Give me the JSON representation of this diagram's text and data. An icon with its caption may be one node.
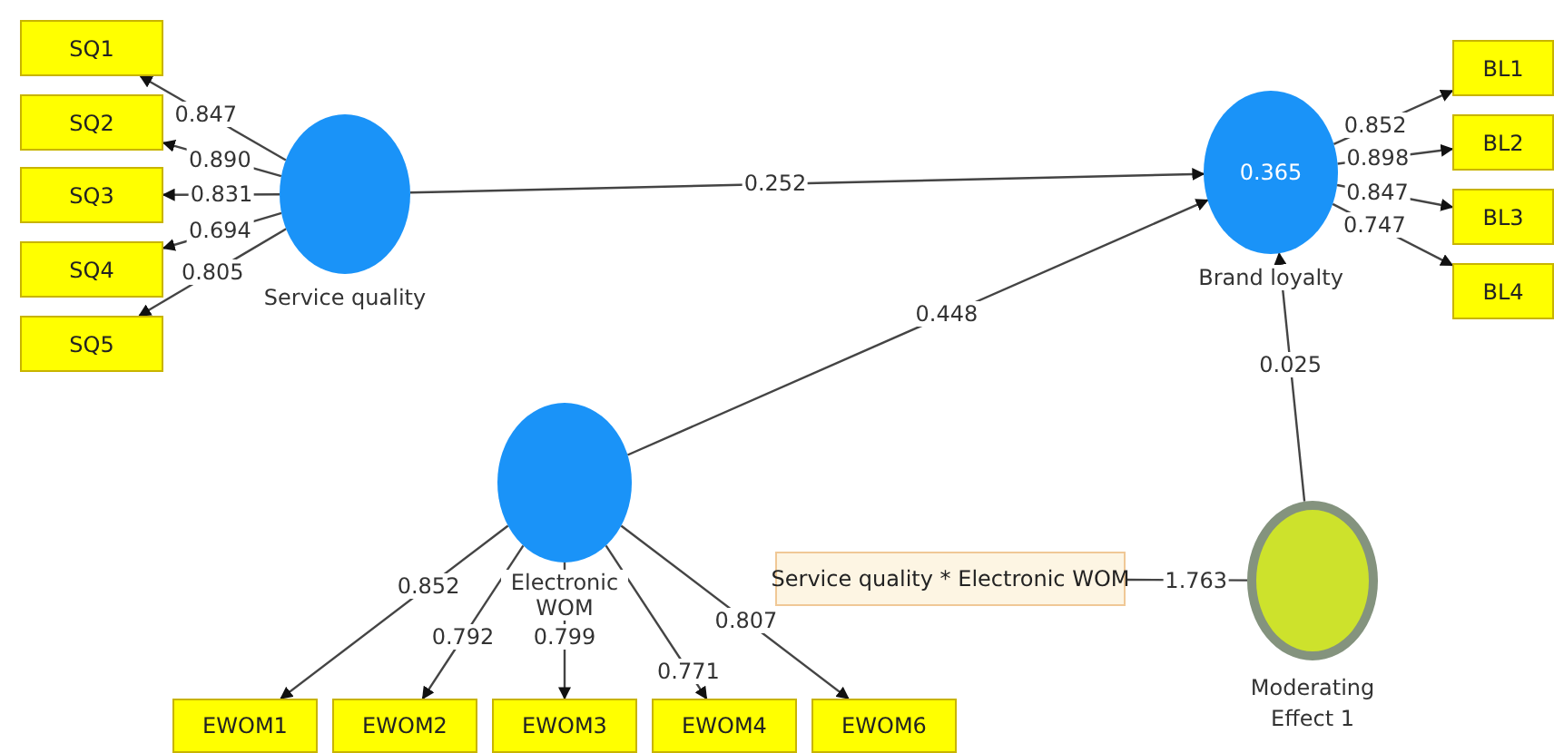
{
  "diagram": {
    "nodes": [
      {
        "text": [
          "SQ1"
        ]
      },
      {
        "text": [
          "SQ2"
        ]
      },
      {
        "text": [
          "SQ3"
        ]
      },
      {
        "text": [
          "SQ4"
        ]
      },
      {
        "text": [
          "SQ5"
        ]
      },
      {
        "text": [
          "Service quality"
        ]
      },
      {
        "text": [
          "0.365",
          "Brand loyalty"
        ]
      },
      {
        "text": [
          "BL1"
        ]
      },
      {
        "text": [
          "BL2"
        ]
      },
      {
        "text": [
          "BL3"
        ]
      },
      {
        "text": [
          "BL4"
        ]
      },
      {
        "text": [
          "Electronic WOM"
        ]
      },
      {
        "text": [
          "Moderating Effect 1"
        ]
      },
      {
        "text": [
          "Service quality * Electronic WOM"
        ]
      },
      {
        "text": [
          "EWOM1"
        ]
      },
      {
        "text": [
          "EWOM2"
        ]
      },
      {
        "text": [
          "EWOM3"
        ]
      },
      {
        "text": [
          "EWOM4"
        ]
      },
      {
        "text": [
          "EWOM6"
        ]
      }
    ],
    "edges": [
      {
        "from": 5,
        "to": 0,
        "arrow": "to",
        "label": "0.847"
      },
      {
        "from": 5,
        "to": 1,
        "arrow": "to",
        "label": "0.890"
      },
      {
        "from": 5,
        "to": 2,
        "arrow": "to",
        "label": "0.831"
      },
      {
        "from": 5,
        "to": 3,
        "arrow": "to",
        "label": "0.694"
      },
      {
        "from": 5,
        "to": 4,
        "arrow": "to",
        "label": "0.805"
      },
      {
        "from": 5,
        "to": 6,
        "arrow": "to",
        "label": "0.252"
      },
      {
        "from": 11,
        "to": 6,
        "arrow": "to",
        "label": "0.448"
      },
      {
        "from": 6,
        "to": 7,
        "arrow": "to",
        "label": "0.852"
      },
      {
        "from": 6,
        "to": 8,
        "arrow": "to",
        "label": "0.898"
      },
      {
        "from": 6,
        "to": 9,
        "arrow": "to",
        "label": "0.847"
      },
      {
        "from": 6,
        "to": 10,
        "arrow": "to",
        "label": "0.747"
      },
      {
        "from": 12,
        "to": 6,
        "arrow": "to",
        "label": "0.025"
      },
      {
        "from": 13,
        "to": 12,
        "arrow": "none",
        "label": "1.763"
      },
      {
        "from": 11,
        "to": 14,
        "arrow": "to",
        "label": "0.852"
      },
      {
        "from": 11,
        "to": 15,
        "arrow": "to",
        "label": "0.792"
      },
      {
        "from": 11,
        "to": 16,
        "arrow": "to",
        "label": "0.799"
      },
      {
        "from": 11,
        "to": 17,
        "arrow": "to",
        "label": "0.771"
      },
      {
        "from": 11,
        "to": 18,
        "arrow": "to",
        "label": "0.807"
      }
    ]
  }
}
